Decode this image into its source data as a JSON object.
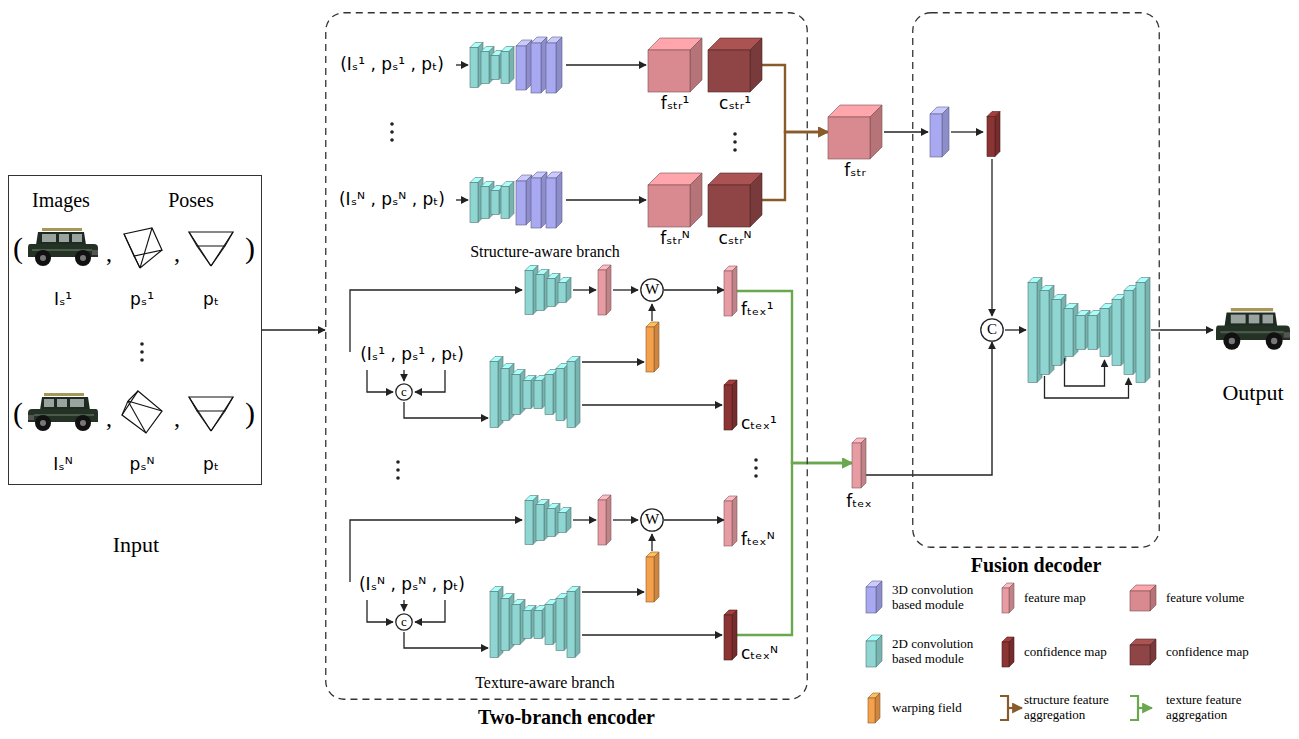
{
  "diagram": {
    "nodes": [
      {
        "text": [
          "Images",
          "Poses",
          "Input"
        ]
      },
      {
        "text": [
          "Two-branch encoder"
        ]
      },
      {
        "text": [
          "fₛₜᵣ¹"
        ],
        "in": 1
      },
      {
        "text": [
          "cₛₜᵣ¹"
        ],
        "in": 1
      },
      {
        "text": [
          "fₛₜᵣᴺ"
        ],
        "in": 1
      },
      {
        "text": [
          "cₛₜᵣᴺ"
        ],
        "in": 1
      },
      {
        "text": [
          "W"
        ],
        "in": 1
      },
      {
        "text": [
          "fₜₑₓ¹"
        ],
        "in": 1
      },
      {
        "text": [
          "c"
        ],
        "in": 1
      },
      {
        "text": [
          "cₜₑₓ¹"
        ],
        "in": 1
      },
      {
        "text": [
          "W"
        ],
        "in": 1
      },
      {
        "text": [
          "fₜₑₓᴺ"
        ],
        "in": 1
      },
      {
        "text": [
          "c"
        ],
        "in": 1
      },
      {
        "text": [
          "cₜₑₓᴺ"
        ],
        "in": 1
      },
      {
        "text": [
          "fₛₜᵣ"
        ]
      },
      {
        "text": [
          "fₜₑₓ"
        ]
      },
      {
        "text": [
          "Fusion decoder"
        ]
      },
      {
        "text": [
          "C"
        ],
        "in": 16
      },
      {
        "text": [
          "Output"
        ]
      }
    ],
    "edges": [
      {
        "from": 0,
        "to": 1,
        "arrow": "to"
      },
      {
        "from": 6,
        "to": 7,
        "arrow": "to"
      },
      {
        "from": 10,
        "to": 11,
        "arrow": "to"
      },
      {
        "from": 3,
        "to": 14,
        "arrow": "to"
      },
      {
        "from": 5,
        "to": 14,
        "arrow": "to"
      },
      {
        "from": 7,
        "to": 15,
        "arrow": "to"
      },
      {
        "from": 13,
        "to": 15,
        "arrow": "to"
      },
      {
        "from": 15,
        "to": 17,
        "arrow": "to"
      },
      {
        "from": 16,
        "to": 18,
        "arrow": "to"
      }
    ],
    "labels": [
      "(",
      ",",
      ",",
      ")",
      "(",
      ",",
      ",",
      ")",
      "Iₛ¹",
      "pₛ¹",
      "pₜ",
      "Iₛᴺ",
      "pₛᴺ",
      "pₜ",
      "(Iₛ¹ , pₛ¹ , pₜ)",
      "(Iₛᴺ , pₛᴺ , pₜ)",
      "Structure-aware branch",
      "(Iₛ¹ , pₛ¹ , pₜ)",
      "(Iₛᴺ , pₛᴺ , pₜ)",
      "Texture-aware branch"
    ],
    "legend": [
      {
        "text": "3D convolution based module",
        "color": "#a9a9f2"
      },
      {
        "text": "feature map",
        "color": "#e69ca2"
      },
      {
        "text": "feature volume",
        "color": "#d98a90"
      },
      {
        "text": "2D convolution based module",
        "color": "#8fd6d2"
      },
      {
        "text": "confidence map",
        "color": "#8b3434"
      },
      {
        "text": "confidence map",
        "color": "#8f4545"
      },
      {
        "text": "warping field",
        "color": "#f5a04c"
      },
      {
        "text": "structure feature aggregation"
      },
      {
        "text": "texture feature aggregation"
      }
    ]
  }
}
